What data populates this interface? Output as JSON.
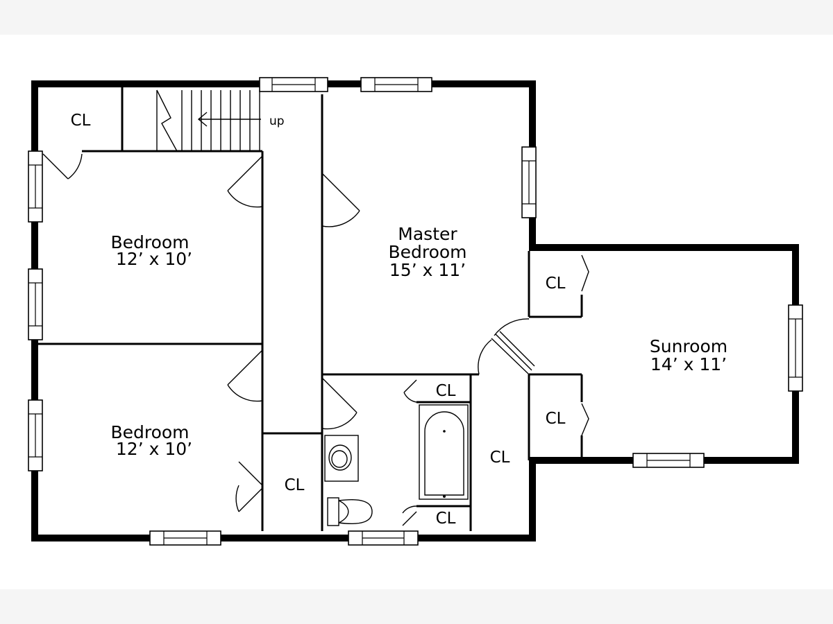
{
  "rooms": {
    "bedroom_top": {
      "name": "Bedroom",
      "size": "12’ x 10’"
    },
    "bedroom_bottom": {
      "name": "Bedroom",
      "size": "12’ x 10’"
    },
    "master": {
      "name_line1": "Master",
      "name_line2": "Bedroom",
      "size": "15’ x 11’"
    },
    "sunroom": {
      "name": "Sunroom",
      "size": "14’ x 11’"
    }
  },
  "closets": {
    "top_left": "CL",
    "sun_upper": "CL",
    "sun_lower": "CL",
    "bath_upper": "CL",
    "bath_lower": "CL",
    "hall_right": "CL",
    "hall_bottom": "CL"
  },
  "stairs": {
    "direction_label": "up"
  },
  "colors": {
    "wall": "#000000",
    "background": "#ffffff",
    "margin": "#f5f5f5"
  }
}
